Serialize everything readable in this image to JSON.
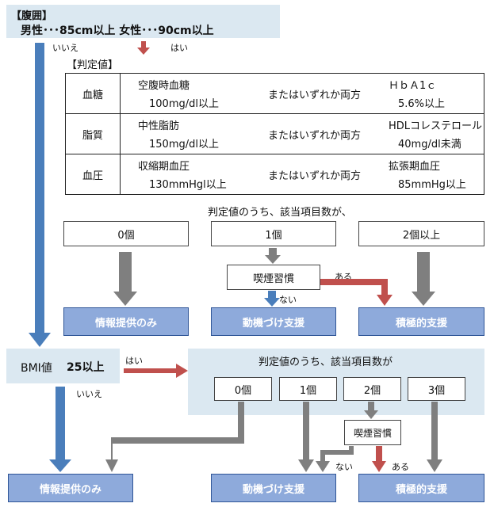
{
  "waist": {
    "title": "【腹囲】",
    "criteria": "男性･･･85cm以上 女性･･･90cm以上"
  },
  "branch_labels": {
    "no": "いいえ",
    "yes": "はい",
    "present": "ある",
    "absent": "ない"
  },
  "criteria_table": {
    "title": "【判定値】",
    "rows": [
      {
        "category": "血糖",
        "left_name": "空腹時血糖",
        "left_value": "100mg/dl以上",
        "connector": "またはいずれか両方",
        "right_name": "ＨｂＡ1ｃ",
        "right_value": "5.6%以上"
      },
      {
        "category": "脂質",
        "left_name": "中性脂肪",
        "left_value": "150mg/dl以上",
        "connector": "またはいずれか両方",
        "right_name": "HDLコレステロール",
        "right_value": "40mg/dl未満"
      },
      {
        "category": "血圧",
        "left_name": "収縮期血圧",
        "left_value": "130mmHgl以上",
        "connector": "またはいずれか両方",
        "right_name": "拡張期血圧",
        "right_value": "85mmHg以上"
      }
    ]
  },
  "upper_flow": {
    "question": "判定値のうち、該当項目数が、",
    "counts": [
      "0個",
      "1個",
      "2個以上"
    ],
    "smoking": "喫煙習慣",
    "outcomes": [
      "情報提供のみ",
      "動機づけ支援",
      "積極的支援"
    ]
  },
  "bmi": {
    "label": "BMI値",
    "value": "25以上"
  },
  "lower_flow": {
    "question": "判定値のうち、該当項目数が",
    "counts": [
      "0個",
      "1個",
      "2個",
      "3個"
    ],
    "smoking": "喫煙習慣",
    "outcomes": [
      "情報提供のみ",
      "動機づけ支援",
      "積極的支援"
    ]
  },
  "colors": {
    "panel": "#dbe8f1",
    "outcome_fill": "#8eaadb",
    "outcome_border": "#2f5597",
    "blue_arrow": "#4a7ebb",
    "red_arrow": "#c0504d",
    "gray_arrow": "#7f7f7f"
  }
}
